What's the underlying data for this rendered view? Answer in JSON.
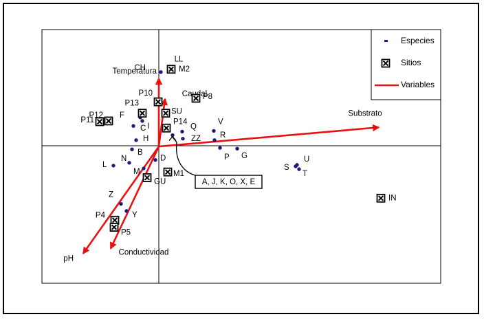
{
  "chart_data": {
    "type": "scatter",
    "title": "",
    "xlabel": "",
    "ylabel": "",
    "xlim": [
      -1.7,
      4.1
    ],
    "ylim": [
      -1.93,
      1.65
    ],
    "grid": false,
    "legend_position": "top-right",
    "colors": {
      "species": "#1c1c7a",
      "vectors": "#e81010",
      "sites": "#000000",
      "axes": "#000000"
    },
    "legend": [
      {
        "key": "species",
        "label": "Especies",
        "marker": "dot"
      },
      {
        "key": "sites",
        "label": "Sitios",
        "marker": "boxed-x"
      },
      {
        "key": "vectors",
        "label": "Variables",
        "marker": "line"
      }
    ],
    "series": [
      {
        "name": "Especies",
        "points": [
          {
            "label": "CH",
            "x": 0.03,
            "y": 1.05
          },
          {
            "label": "LL",
            "x": 0.17,
            "y": 1.1
          },
          {
            "label": "F",
            "x": -0.27,
            "y": 0.41
          },
          {
            "label": "I",
            "x": -0.24,
            "y": 0.36
          },
          {
            "label": "C",
            "x": -0.37,
            "y": 0.29
          },
          {
            "label": "H",
            "x": -0.33,
            "y": 0.09
          },
          {
            "label": "B",
            "x": -0.39,
            "y": -0.04
          },
          {
            "label": "N",
            "x": -0.43,
            "y": -0.23
          },
          {
            "label": "L",
            "x": -0.66,
            "y": -0.27
          },
          {
            "label": "M",
            "x": -0.22,
            "y": -0.31
          },
          {
            "label": "D",
            "x": -0.05,
            "y": -0.19
          },
          {
            "label": "V",
            "x": 0.8,
            "y": 0.22
          },
          {
            "label": "Q",
            "x": 0.34,
            "y": 0.21
          },
          {
            "label": "ZZ",
            "x": 0.35,
            "y": 0.11
          },
          {
            "label": "R",
            "x": 0.81,
            "y": 0.09
          },
          {
            "label": "P",
            "x": 0.89,
            "y": -0.02
          },
          {
            "label": "G",
            "x": 1.14,
            "y": -0.03
          },
          {
            "label": "S",
            "x": 1.99,
            "y": -0.28
          },
          {
            "label": "U",
            "x": 2.01,
            "y": -0.26
          },
          {
            "label": "T",
            "x": 2.04,
            "y": -0.32
          },
          {
            "label": "Z",
            "x": -0.55,
            "y": -0.81
          },
          {
            "label": "Y",
            "x": -0.47,
            "y": -0.91
          },
          {
            "label": "A, J, K, O, X, E",
            "x": 0.2,
            "y": 0.16
          }
        ]
      },
      {
        "name": "Sitios",
        "points": [
          {
            "label": "M2",
            "x": 0.18,
            "y": 1.09
          },
          {
            "label": "P10",
            "x": -0.01,
            "y": 0.63
          },
          {
            "label": "P8",
            "x": 0.54,
            "y": 0.68
          },
          {
            "label": "P13",
            "x": -0.24,
            "y": 0.47
          },
          {
            "label": "SU",
            "x": 0.1,
            "y": 0.47
          },
          {
            "label": "P12",
            "x": -0.73,
            "y": 0.36
          },
          {
            "label": "P11",
            "x": -0.86,
            "y": 0.35
          },
          {
            "label": "P14",
            "x": 0.11,
            "y": 0.26
          },
          {
            "label": "M1",
            "x": 0.13,
            "y": -0.36
          },
          {
            "label": "GU",
            "x": -0.17,
            "y": -0.44
          },
          {
            "label": "IN",
            "x": 3.23,
            "y": -0.73
          },
          {
            "label": "P4",
            "x": -0.64,
            "y": -1.04
          },
          {
            "label": "P5",
            "x": -0.65,
            "y": -1.14
          }
        ]
      },
      {
        "name": "Variables",
        "vectors": [
          {
            "label": "Temperatura",
            "x": 0.0,
            "y": 0.96
          },
          {
            "label": "Caudal",
            "x": 0.09,
            "y": 0.67
          },
          {
            "label": "Substrato",
            "x": 3.2,
            "y": 0.27
          },
          {
            "label": "pH",
            "x": -1.1,
            "y": -1.51
          },
          {
            "label": "Conductividad",
            "x": -0.7,
            "y": -1.44
          }
        ]
      }
    ]
  }
}
